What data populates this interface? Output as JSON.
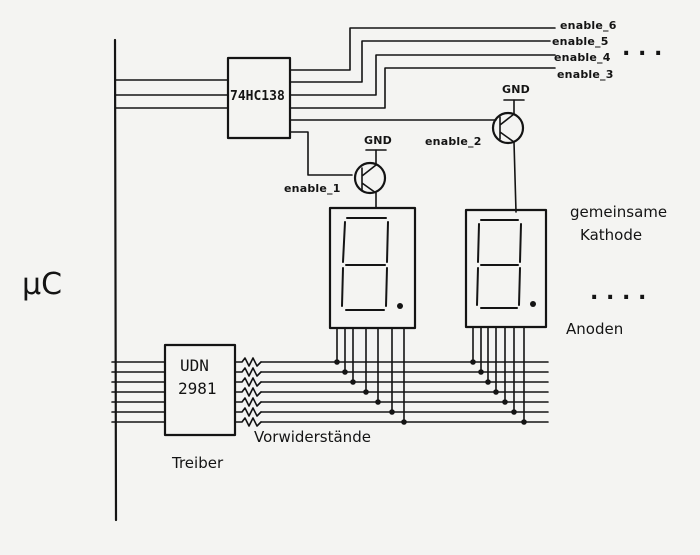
{
  "labels": {
    "microcontroller": "µC",
    "decoder": "74HC138",
    "driver_line1": "UDN",
    "driver_line2": "2981",
    "driver_caption": "Treiber",
    "resistors": "Vorwiderstände",
    "common_cathode_line1": "gemeinsame",
    "common_cathode_line2": "Kathode",
    "anodes": "Anoden",
    "gnd1": "GND",
    "gnd2": "GND",
    "enable_1": "enable_1",
    "enable_2": "enable_2",
    "enable_3": "enable_3",
    "enable_4": "enable_4",
    "enable_5": "enable_5",
    "enable_6": "enable_6",
    "ellipsis_top": ". . .",
    "ellipsis_mid": ". . . ."
  }
}
